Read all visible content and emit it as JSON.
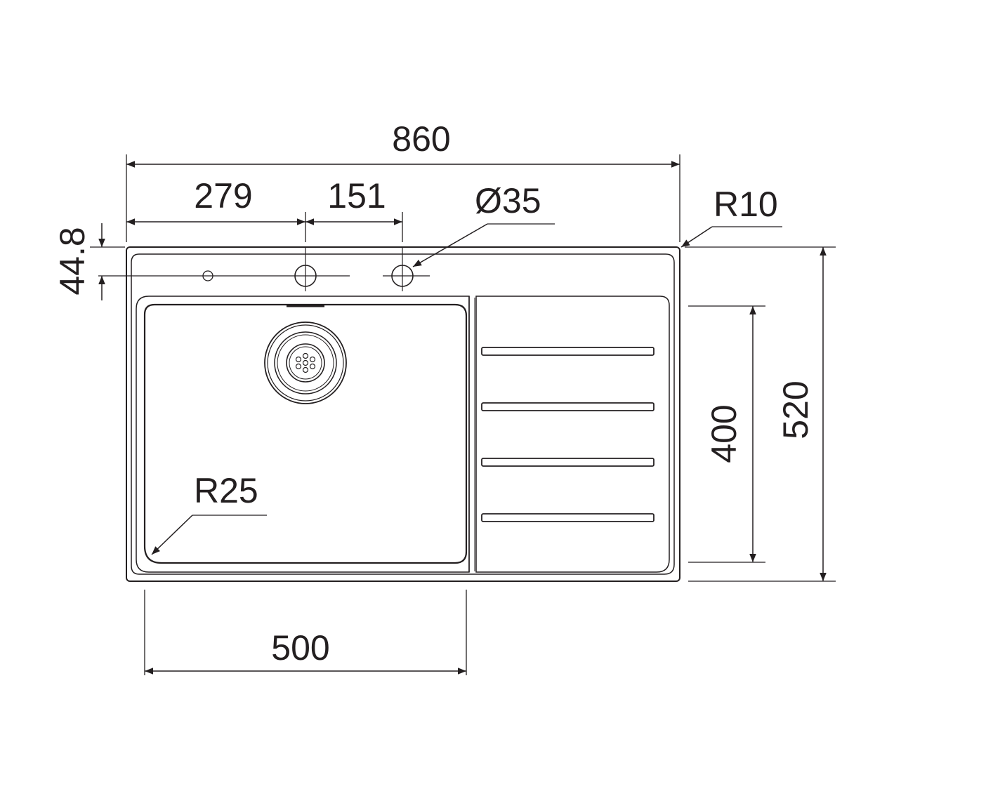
{
  "drawing": {
    "dimensions": {
      "overall_width": "860",
      "first_hole_offset": "279",
      "hole_spacing": "151",
      "hole_diameter": "Ø35",
      "corner_radius_outer": "R10",
      "hole_row_offset": "44.8",
      "bowl_depth": "400",
      "overall_depth": "520",
      "bowl_corner_radius": "R25",
      "bowl_width": "500"
    },
    "colors": {
      "ink": "#231f20",
      "background": "#ffffff"
    },
    "drainer_groove_count": 4
  }
}
